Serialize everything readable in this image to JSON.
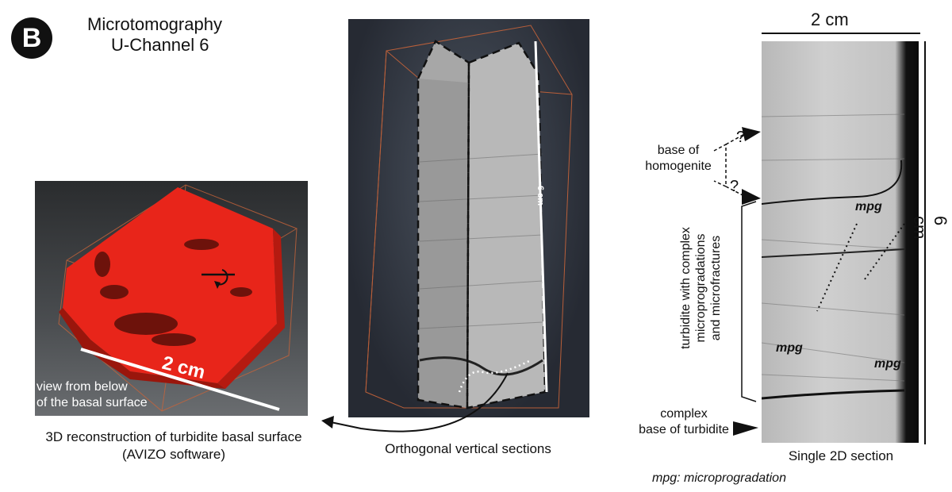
{
  "figure": {
    "badge": "B",
    "title_line1": "Microtomography",
    "title_line2": "U-Channel 6"
  },
  "left_panel": {
    "caption_line1": "3D reconstruction of turbidite basal surface",
    "caption_line2": "(AVIZO software)",
    "scale_label": "2 cm",
    "view_line1": "view from below",
    "view_line2": "of the basal surface"
  },
  "middle_panel": {
    "caption": "Orthogonal vertical sections",
    "scale_label": "6 cm"
  },
  "right_panel": {
    "caption": "Single 2D section",
    "top_scale": "2 cm",
    "side_scale": "6 cm",
    "label_homogenite_1": "base of",
    "label_homogenite_2": "homogenite",
    "question_mark": "?",
    "turbidite_line1": "turbidite with complex",
    "turbidite_line2": "microprogradations",
    "turbidite_line3": "and microfractures",
    "complex_line1": "complex",
    "complex_line2": "base of turbidite",
    "mpg_label": "mpg",
    "legend": "mpg: microprogradation"
  },
  "colors": {
    "reconstruction_red": "#e8251a",
    "sediment_gray": "#bdbdbd",
    "box_outline": "#c8643a"
  }
}
